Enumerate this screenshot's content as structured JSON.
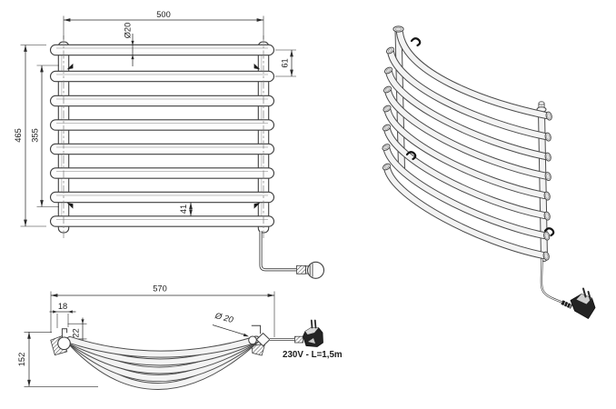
{
  "front_view": {
    "width": "500",
    "tube_diameter": "Ø20",
    "top_bar_pitch": "61",
    "total_height": "465",
    "mount_span": "355",
    "bottom_gap": "41"
  },
  "top_view": {
    "overall_width": "570",
    "bracket_width": "18",
    "bracket_depth": "22",
    "bow_depth": "152",
    "tube_diameter": "Ø 20",
    "power_spec": "230V - L=1,5m"
  },
  "colors": {
    "line": "#3f3f3f",
    "dimension": "#2c2c2c",
    "tube_fill": "#f3f3f3",
    "plug": "#232323",
    "background": "#ffffff"
  }
}
